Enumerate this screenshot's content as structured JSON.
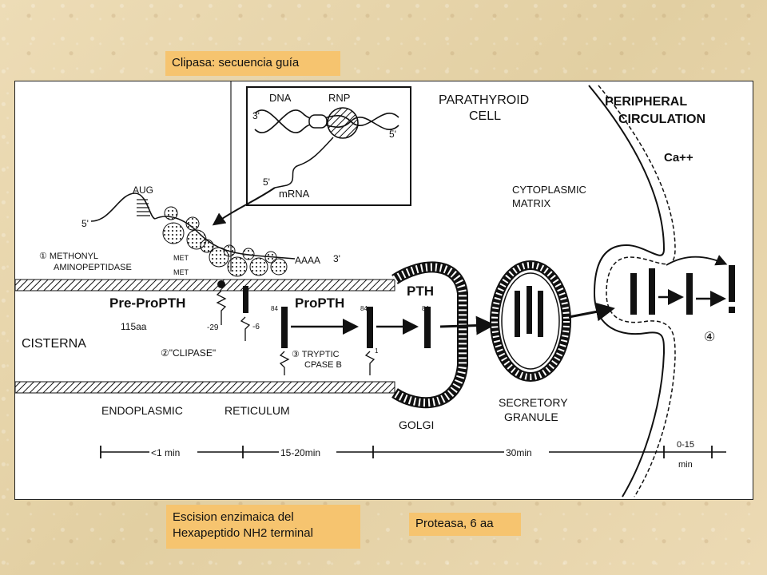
{
  "callouts": {
    "clipasa": "Clipasa: secuencia guía",
    "escision_line1": "Escision enzimaica del",
    "escision_line2": "Hexapeptido NH2 terminal",
    "proteasa": "Proteasa, 6 aa",
    "aa115": "115aa"
  },
  "diagram": {
    "dna": "DNA",
    "rnp": "RNP",
    "three_prime": "3'",
    "five_prime": "5'",
    "mrna": "mRNA",
    "parathyroid": "PARATHYROID",
    "cell": "CELL",
    "peripheral": "PERIPHERAL",
    "circulation": "CIRCULATION",
    "calcium": "Ca++",
    "aug": "AUG",
    "cytoplasmic": "CYTOPLASMIC",
    "matrix": "MATRIX",
    "step1_line1": "① METHONYL",
    "step1_line2": "AMINOPEPTIDASE",
    "met": "MET",
    "aaaa": "AAAA",
    "preproPTH": "Pre-ProPTH",
    "proPTH": "ProPTH",
    "pth": "PTH",
    "cisterna": "CISTERNA",
    "step2": "②\"CLIPASE\"",
    "step3_line1": "③ TRYPTIC",
    "step3_line2": "CPASE B",
    "endoplasmic": "ENDOPLASMIC",
    "reticulum": "RETICULUM",
    "golgi": "GOLGI",
    "secretory": "SECRETORY",
    "granule": "GRANULE",
    "step4": "④",
    "n84": "84",
    "n29": "-29",
    "n6": "-6",
    "n1": "1",
    "time1": "<1 min",
    "time2": "15-20min",
    "time3": "30min",
    "time4_top": "0-15",
    "time4_bottom": "min"
  }
}
